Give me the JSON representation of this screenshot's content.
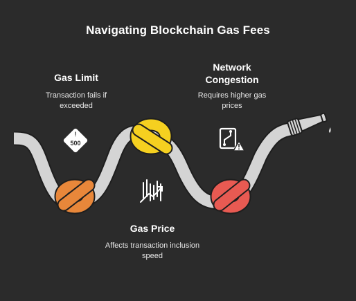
{
  "title": "Navigating Blockchain Gas Fees",
  "items": [
    {
      "label": "Gas Limit",
      "description": "Transaction fails if exceeded",
      "icon": "warning-sign-500-icon",
      "knot_color": "#f5a623"
    },
    {
      "label": "Gas Price",
      "description": "Affects transaction inclusion speed",
      "icon": "trending-chart-icon",
      "knot_color": "#e8873a"
    },
    {
      "label": "Network Congestion",
      "description": "Requires higher gas prices",
      "icon": "route-warning-icon",
      "knot_color": "#e85a52"
    }
  ],
  "icon_text": "500",
  "colors": {
    "background": "#2b2b2b",
    "hose": "#d4d4d4",
    "hose_outline": "#1e1e1e",
    "yellow_knot": "#f5d020",
    "orange_knot": "#e8873a",
    "red_knot": "#e85a52"
  }
}
